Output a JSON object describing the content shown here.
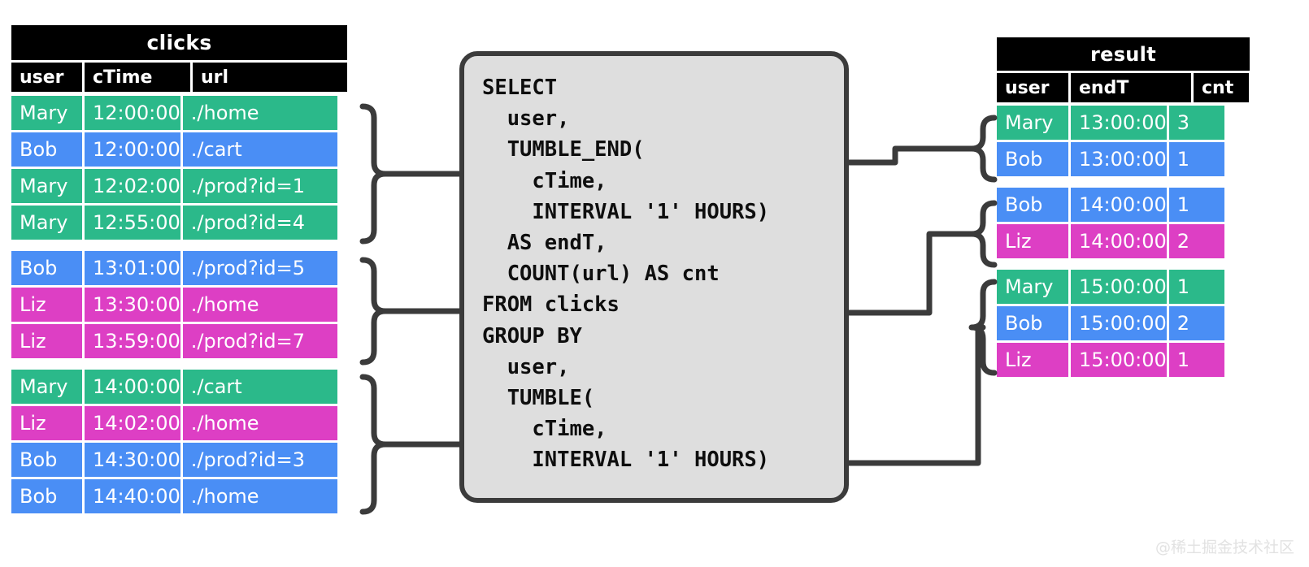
{
  "clicks": {
    "title": "clicks",
    "columns": [
      "user",
      "cTime",
      "url"
    ],
    "groups": [
      {
        "rows": [
          {
            "user": "Mary",
            "cTime": "12:00:00",
            "url": "./home",
            "color": "green"
          },
          {
            "user": "Bob",
            "cTime": "12:00:00",
            "url": "./cart",
            "color": "blue"
          },
          {
            "user": "Mary",
            "cTime": "12:02:00",
            "url": "./prod?id=1",
            "color": "green"
          },
          {
            "user": "Mary",
            "cTime": "12:55:00",
            "url": "./prod?id=4",
            "color": "green"
          }
        ]
      },
      {
        "rows": [
          {
            "user": "Bob",
            "cTime": "13:01:00",
            "url": "./prod?id=5",
            "color": "blue"
          },
          {
            "user": "Liz",
            "cTime": "13:30:00",
            "url": "./home",
            "color": "magenta"
          },
          {
            "user": "Liz",
            "cTime": "13:59:00",
            "url": "./prod?id=7",
            "color": "magenta"
          }
        ]
      },
      {
        "rows": [
          {
            "user": "Mary",
            "cTime": "14:00:00",
            "url": "./cart",
            "color": "green"
          },
          {
            "user": "Liz",
            "cTime": "14:02:00",
            "url": "./home",
            "color": "magenta"
          },
          {
            "user": "Bob",
            "cTime": "14:30:00",
            "url": "./prod?id=3",
            "color": "blue"
          },
          {
            "user": "Bob",
            "cTime": "14:40:00",
            "url": "./home",
            "color": "blue"
          }
        ]
      }
    ]
  },
  "query": {
    "sql": "SELECT\n  user,\n  TUMBLE_END(\n    cTime,\n    INTERVAL '1' HOURS)\n  AS endT,\n  COUNT(url) AS cnt\nFROM clicks\nGROUP BY\n  user,\n  TUMBLE(\n    cTime,\n    INTERVAL '1' HOURS)"
  },
  "result": {
    "title": "result",
    "columns": [
      "user",
      "endT",
      "cnt"
    ],
    "groups": [
      {
        "rows": [
          {
            "user": "Mary",
            "endT": "13:00:00",
            "cnt": "3",
            "color": "green"
          },
          {
            "user": "Bob",
            "endT": "13:00:00",
            "cnt": "1",
            "color": "blue"
          }
        ]
      },
      {
        "rows": [
          {
            "user": "Bob",
            "endT": "14:00:00",
            "cnt": "1",
            "color": "blue"
          },
          {
            "user": "Liz",
            "endT": "14:00:00",
            "cnt": "2",
            "color": "magenta"
          }
        ]
      },
      {
        "rows": [
          {
            "user": "Mary",
            "endT": "15:00:00",
            "cnt": "1",
            "color": "green"
          },
          {
            "user": "Bob",
            "endT": "15:00:00",
            "cnt": "2",
            "color": "blue"
          },
          {
            "user": "Liz",
            "endT": "15:00:00",
            "cnt": "1",
            "color": "magenta"
          }
        ]
      }
    ]
  },
  "watermark": {
    "text": "@稀土掘金技术社区"
  },
  "colors": {
    "green": "#2bb98a",
    "blue": "#4a8ef5",
    "magenta": "#dd3fc4",
    "header": "#000000",
    "box_fill": "#dedede",
    "box_border": "#3b3b3b",
    "connector": "#3b3b3b",
    "background": "#ffffff"
  }
}
